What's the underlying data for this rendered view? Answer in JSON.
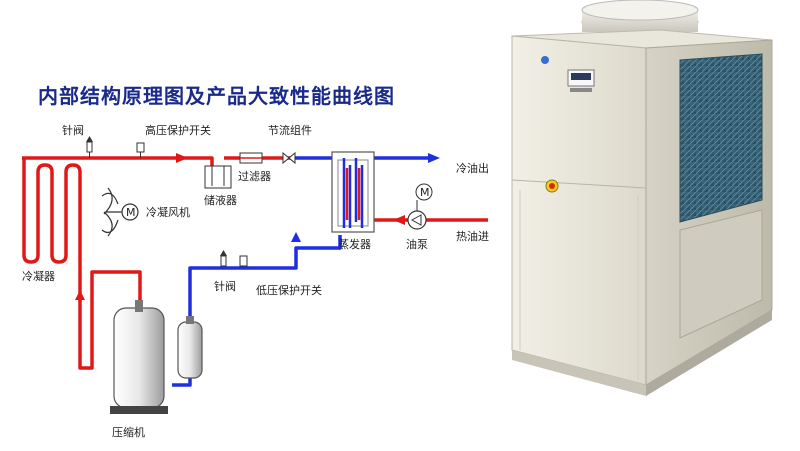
{
  "title": "内部结构原理图及产品大致性能曲线图",
  "labels": {
    "needle_valve_top": "针阀",
    "high_pressure_switch": "高压保护开关",
    "throttle_assembly": "节流组件",
    "cold_oil_out": "冷油出",
    "filter": "过滤器",
    "receiver": "储液器",
    "condenser_fan": "冷凝风机",
    "evaporator": "蒸发器",
    "oil_pump": "油泵",
    "hot_oil_in": "热油进",
    "condenser": "冷凝器",
    "needle_valve_bottom": "针阀",
    "low_pressure_switch": "低压保护开关",
    "compressor": "压缩机",
    "motor_symbol": "M"
  },
  "colors": {
    "hot_line": "#e01818",
    "cold_line": "#1e2ee0",
    "title": "#1a2a8a"
  }
}
